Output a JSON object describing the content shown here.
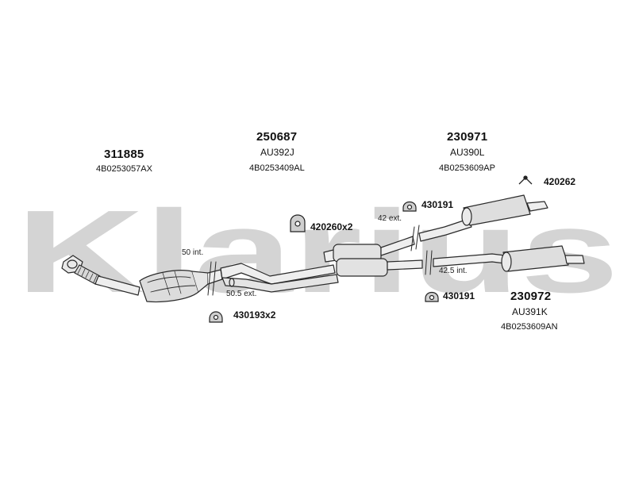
{
  "watermark": {
    "text": "Klarius",
    "color": "#d4d4d4"
  },
  "colors": {
    "line": "#2a2a2a",
    "pipe_fill": "#e6e6e6",
    "pipe_dark": "#9a9a9a"
  },
  "groups": [
    {
      "number": "311885",
      "code": "4B0253057AX"
    },
    {
      "number": "250687",
      "alias": "AU392J",
      "code": "4B0253409AL"
    },
    {
      "number": "230971",
      "alias": "AU390L",
      "code": "4B0253609AP"
    },
    {
      "number": "230972",
      "alias": "AU391K",
      "code": "4B0253609AN"
    }
  ],
  "parts": [
    {
      "label": "420262",
      "icon": "hanger-icon"
    },
    {
      "label": "430191",
      "icon": "rubber-mount-icon"
    },
    {
      "label": "420260x2",
      "icon": "rubber-mount-icon"
    },
    {
      "label": "430191",
      "icon": "rubber-mount-icon"
    },
    {
      "label": "430193x2",
      "icon": "rubber-mount-icon"
    }
  ],
  "dimensions": [
    "50 int.",
    "50.5 ext.",
    "42 ext.",
    "42.5 int."
  ]
}
